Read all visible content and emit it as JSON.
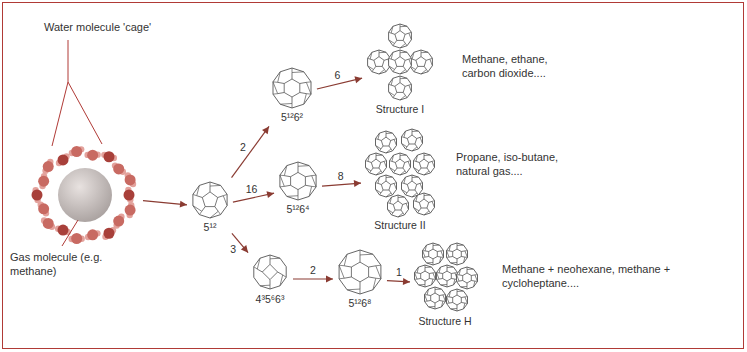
{
  "diagram": {
    "nodes": [
      {
        "text": [
          "Water molecule 'cage'",
          "Gas molecule (e.g. methane)"
        ]
      },
      {
        "text": [
          "5¹²"
        ]
      },
      {
        "text": [
          "5¹²6²"
        ]
      },
      {
        "text": [
          "Structure I",
          "Methane, ethane, carbon dioxide...."
        ]
      },
      {
        "text": [
          "5¹²6⁴"
        ]
      },
      {
        "text": [
          "Structure II",
          "Propane, iso-butane, natural gas...."
        ]
      },
      {
        "text": [
          "4³5⁶6³"
        ]
      },
      {
        "text": [
          "5¹²6⁸"
        ]
      },
      {
        "text": [
          "Structure H",
          "Methane + neohexane, methane + cycloheptane...."
        ]
      }
    ],
    "edges": [
      {
        "from": 0,
        "to": 1,
        "arrow": "to"
      },
      {
        "from": 1,
        "to": 2,
        "label": "2",
        "arrow": "to"
      },
      {
        "from": 2,
        "to": 3,
        "label": "6",
        "arrow": "to"
      },
      {
        "from": 1,
        "to": 4,
        "label": "16",
        "arrow": "to"
      },
      {
        "from": 4,
        "to": 5,
        "label": "8",
        "arrow": "to"
      },
      {
        "from": 1,
        "to": 6,
        "label": "3",
        "arrow": "to"
      },
      {
        "from": 6,
        "to": 7,
        "label": "2",
        "arrow": "to"
      },
      {
        "from": 7,
        "to": 8,
        "label": "1",
        "arrow": "to"
      }
    ]
  }
}
